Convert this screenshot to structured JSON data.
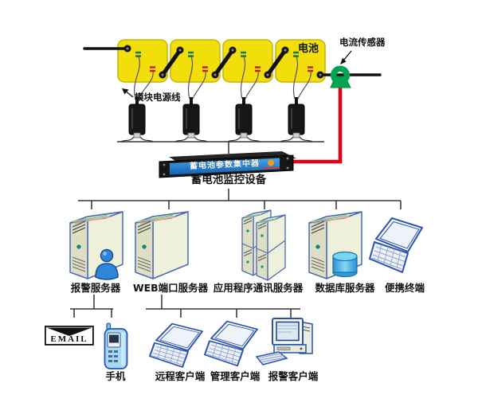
{
  "battery_row": {
    "battery_label": "电池",
    "sensor_label": "电流传感器",
    "module_wire_label": "模块电源线",
    "battery_count": 4
  },
  "concentrator": {
    "panel_text": "蓄电池参数集中器",
    "label": "蓄电池监控设备"
  },
  "servers": [
    {
      "label": "报警服务器"
    },
    {
      "label": "WEB端口服务器"
    },
    {
      "label": "应用程序通讯服务器"
    },
    {
      "label": "数据库服务器"
    },
    {
      "label": "便携终端"
    }
  ],
  "clients": {
    "email_label": "EMAIL",
    "phone_label": "手机",
    "items": [
      {
        "label": "远程客户端"
      },
      {
        "label": "管理客户端"
      },
      {
        "label": "报警客户端"
      }
    ]
  },
  "colors": {
    "battery_yellow": "#F2DE0A",
    "sensor_green": "#00A551",
    "cable_red": "#E60012",
    "panel_blue": "#1E7FD0",
    "machine_outline_blue": "#3A5FAE"
  }
}
